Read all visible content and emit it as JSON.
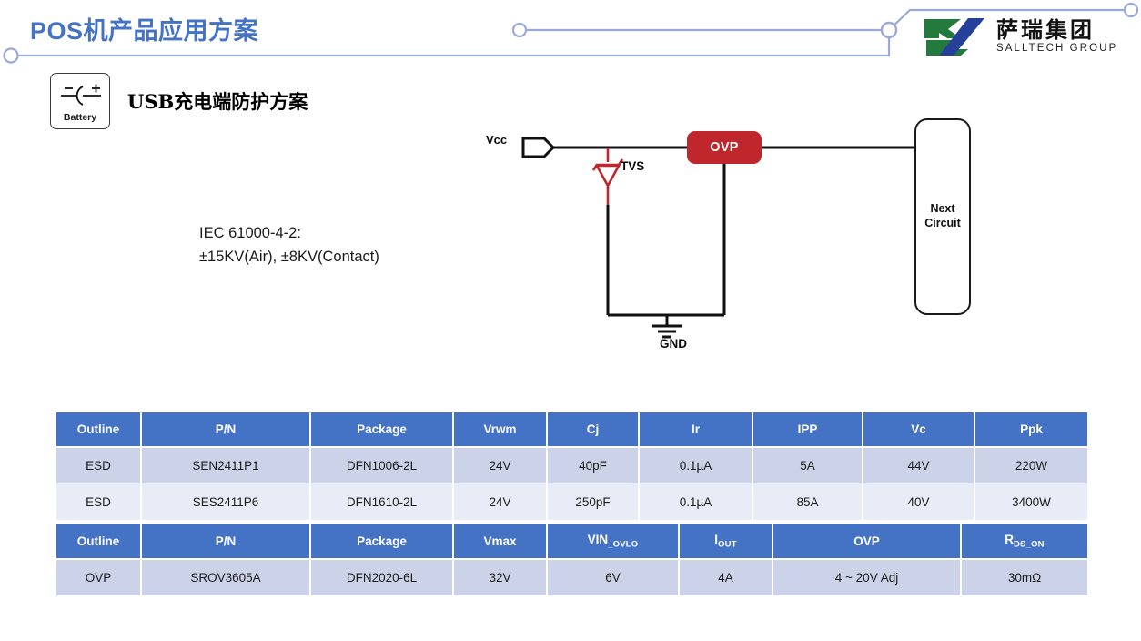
{
  "header": {
    "title": "POS机产品应用方案",
    "title_color": "#4472c4",
    "logo": {
      "cn": "萨瑞集团",
      "en": "SALLTECH GROUP",
      "mark_green": "#237a3c",
      "mark_blue": "#24409a"
    }
  },
  "badge": {
    "label": "Battery",
    "icon": "battery-symbol-icon"
  },
  "section": {
    "title": "USB充电端防护方案"
  },
  "note": {
    "line1": "IEC 61000-4-2:",
    "line2": "±15KV(Air), ±8KV(Contact)"
  },
  "circuit": {
    "vcc_label": "Vcc",
    "tvs_label": "TVS",
    "gnd_label": "GND",
    "ovp_label": "OVP",
    "ovp_color": "#c0272d",
    "tvs_color": "#c0272d",
    "next_circuit_line1": "Next",
    "next_circuit_line2": "Circuit"
  },
  "tables": [
    {
      "id": "esd",
      "headers": [
        "Outline",
        "P/N",
        "Package",
        "Vrwm",
        "Cj",
        "Ir",
        "IPP",
        "Vc",
        "Ppk"
      ],
      "rows": [
        [
          "ESD",
          "SEN2411P1",
          "DFN1006-2L",
          "24V",
          "40pF",
          "0.1µA",
          "5A",
          "44V",
          "220W"
        ],
        [
          "ESD",
          "SES2411P6",
          "DFN1610-2L",
          "24V",
          "250pF",
          "0.1µA",
          "85A",
          "40V",
          "3400W"
        ]
      ]
    },
    {
      "id": "ovp",
      "headers_rich": [
        {
          "main": "Outline",
          "sub": ""
        },
        {
          "main": "P/N",
          "sub": ""
        },
        {
          "main": "Package",
          "sub": ""
        },
        {
          "main": "Vmax",
          "sub": ""
        },
        {
          "main": "VIN",
          "sub": "_OVLO"
        },
        {
          "main": "I",
          "sub": "OUT"
        },
        {
          "main": "OVP",
          "sub": ""
        },
        {
          "main": "R",
          "sub": "DS_ON"
        }
      ],
      "rows": [
        [
          "OVP",
          "SROV3605A",
          "DFN2020-6L",
          "32V",
          "6V",
          "4A",
          "4 ~ 20V Adj",
          "30mΩ"
        ]
      ]
    }
  ],
  "theme": {
    "header_blue": "#4472c4",
    "row_dark": "#ccd3e8",
    "row_light": "#e8ecf6",
    "deco_line": "#9aaad8"
  }
}
